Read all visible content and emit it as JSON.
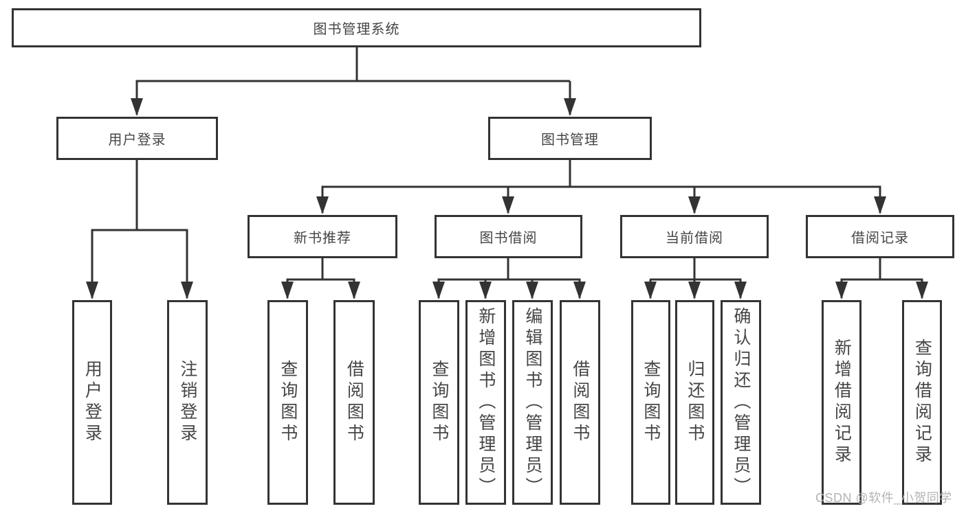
{
  "diagram": {
    "title": "图书管理系统",
    "branches": {
      "user_login": {
        "label": "用户登录",
        "children": [
          "用户登录",
          "注销登录"
        ]
      },
      "book_management": {
        "label": "图书管理",
        "groups": {
          "new_book_recommend": {
            "label": "新书推荐",
            "children": [
              "查询图书",
              "借阅图书"
            ]
          },
          "book_borrow": {
            "label": "图书借阅",
            "children": [
              "查询图书",
              "新增图书（管理员）",
              "编辑图书（管理员）",
              "借阅图书"
            ]
          },
          "current_borrow": {
            "label": "当前借阅",
            "children": [
              "查询图书",
              "归还图书",
              "确认归还（管理员）"
            ]
          },
          "borrow_records": {
            "label": "借阅记录",
            "children": [
              "新增借阅记录",
              "查询借阅记录"
            ]
          }
        }
      }
    }
  },
  "watermark": {
    "text": "CSDN @软件_小贺同学"
  },
  "colors": {
    "line": "#333333",
    "box_border": "#333333",
    "text": "#454545",
    "watermark": "#b3b3b3",
    "background": "#ffffff"
  }
}
